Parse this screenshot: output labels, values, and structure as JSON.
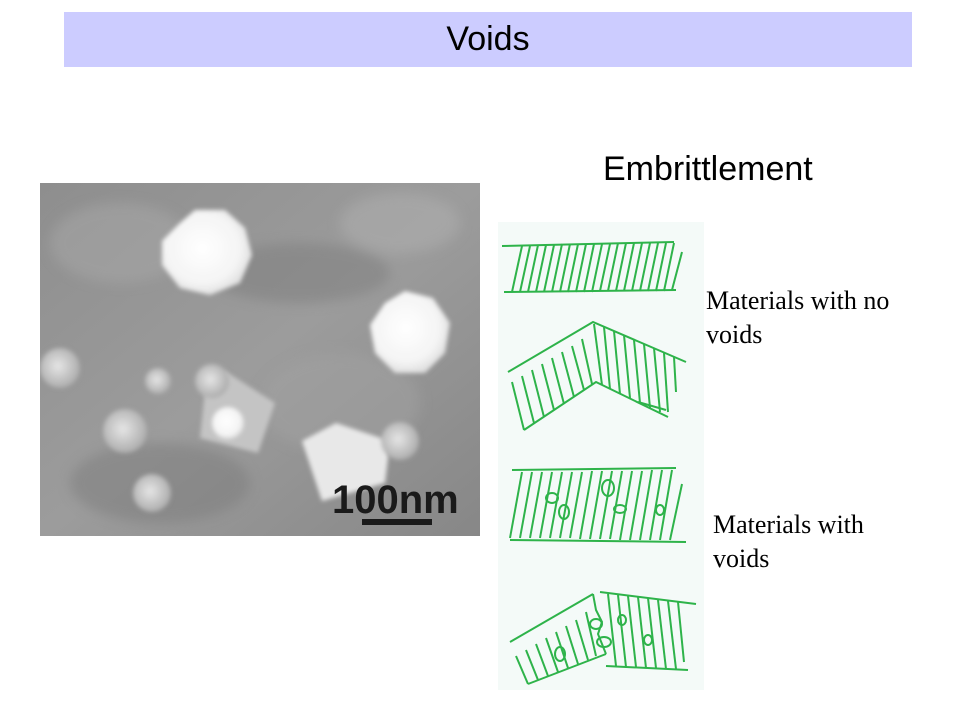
{
  "slide": {
    "title": "Voids",
    "heading": "Embrittlement",
    "scale_bar_label": "100nm",
    "label_no_voids": "Materials with no voids",
    "label_with_voids": "Materials with voids"
  },
  "colors": {
    "title_bar": "#ccccff",
    "hatch_green": "#2eb34a",
    "diagram_bg": "#f4faf8"
  },
  "icons": {
    "micrograph": "tem-void-micrograph",
    "diagram": "hatched-sample-diagrams"
  }
}
